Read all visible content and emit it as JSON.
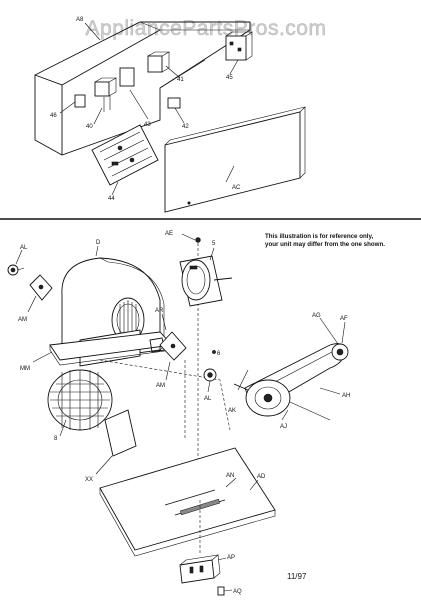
{
  "watermark": "AppliancePartsPros.com",
  "note": {
    "line1": "This illustration is for reference only,",
    "line2": "your unit may differ from the one shown."
  },
  "date_code": "11/97",
  "labels": {
    "a8": "A8",
    "n40": "40",
    "n41": "41",
    "n42": "42",
    "n43": "43",
    "n44": "44",
    "n45": "45",
    "n46": "46",
    "ac": "AC",
    "al_top": "AL",
    "am_left": "AM",
    "d": "D",
    "ae": "AE",
    "n5": "5",
    "ag": "AG",
    "af": "AF",
    "ar": "AR",
    "mm": "MM",
    "n6": "6",
    "am_mid": "AM",
    "al_mid": "AL",
    "ak": "AK",
    "ah": "AH",
    "aj": "AJ",
    "n8": "8",
    "xx": "XX",
    "an": "AN",
    "ad": "AD",
    "ap": "AP",
    "aq": "AQ"
  }
}
